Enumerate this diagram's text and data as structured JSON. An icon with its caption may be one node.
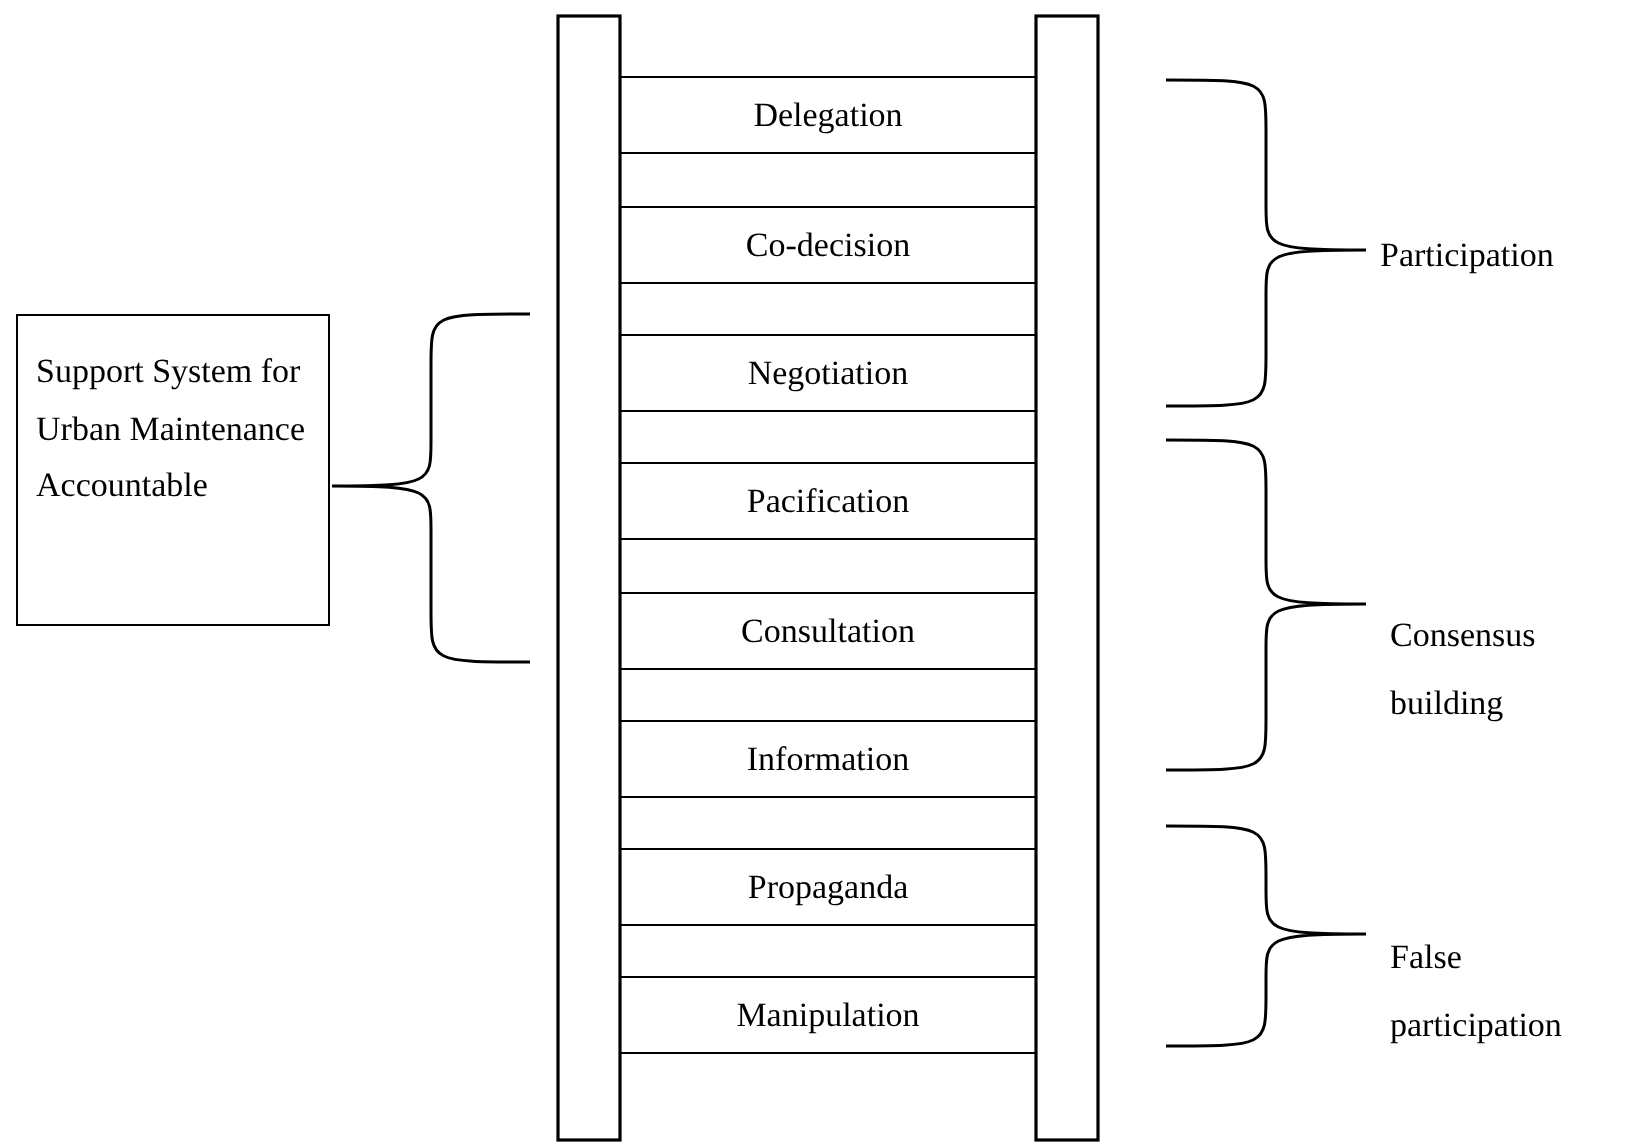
{
  "diagram": {
    "nodes": [
      {
        "text": [
          "Delegation"
        ]
      },
      {
        "text": [
          "Co-decision"
        ]
      },
      {
        "text": [
          "Negotiation"
        ]
      },
      {
        "text": [
          "Pacification"
        ]
      },
      {
        "text": [
          "Consultation"
        ]
      },
      {
        "text": [
          "Information"
        ]
      },
      {
        "text": [
          "Propaganda"
        ]
      },
      {
        "text": [
          "Manipulation"
        ]
      },
      {
        "text": [
          "Support System for Urban Maintenance Accountable"
        ]
      }
    ],
    "labels": [
      "Participation",
      "Consensus building",
      "False participation"
    ]
  }
}
